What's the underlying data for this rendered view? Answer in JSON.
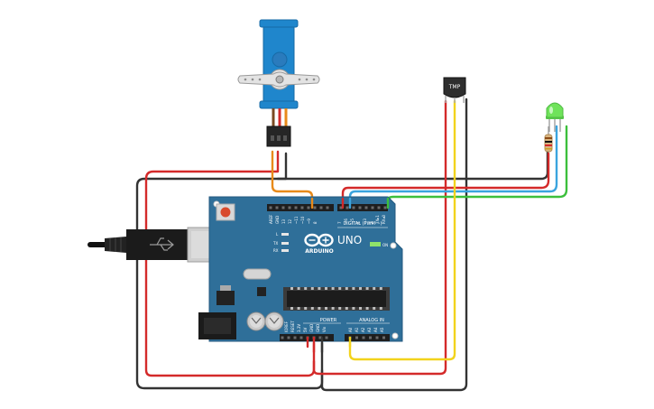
{
  "board": {
    "brand_label": "ARDUINO",
    "model_label": "UNO",
    "digital_label": "DIGITAL (PWM ~)",
    "power_label": "POWER",
    "analog_label": "ANALOG IN",
    "on_label": "ON",
    "led_l_label": "L",
    "led_tx_label": "TX",
    "led_rx_label": "RX",
    "aref_label": "AREF",
    "gnd_label": "GND",
    "digital_pins": [
      "13",
      "12",
      "~11",
      "~10",
      "~9",
      "8",
      "7",
      "~6",
      "~5",
      "4",
      "~3",
      "2",
      "TX▸1",
      "RX◂0"
    ],
    "power_pins": [
      "IOREF",
      "RESET",
      "3.3V",
      "5V",
      "GND",
      "GND",
      "Vin"
    ],
    "analog_pins": [
      "A0",
      "A1",
      "A2",
      "A3",
      "A4",
      "A5"
    ]
  },
  "sensor": {
    "label": "TMP"
  },
  "colors": {
    "board": "#2f6f99",
    "board_dark": "#245a80",
    "wire_red": "#d42a2a",
    "wire_black": "#333333",
    "wire_orange": "#e88a1a",
    "wire_yellow": "#f2d31c",
    "wire_blue": "#3aa4de",
    "wire_green": "#3cbf3c",
    "servo": "#1f86cc",
    "led": "#6fe35a"
  }
}
